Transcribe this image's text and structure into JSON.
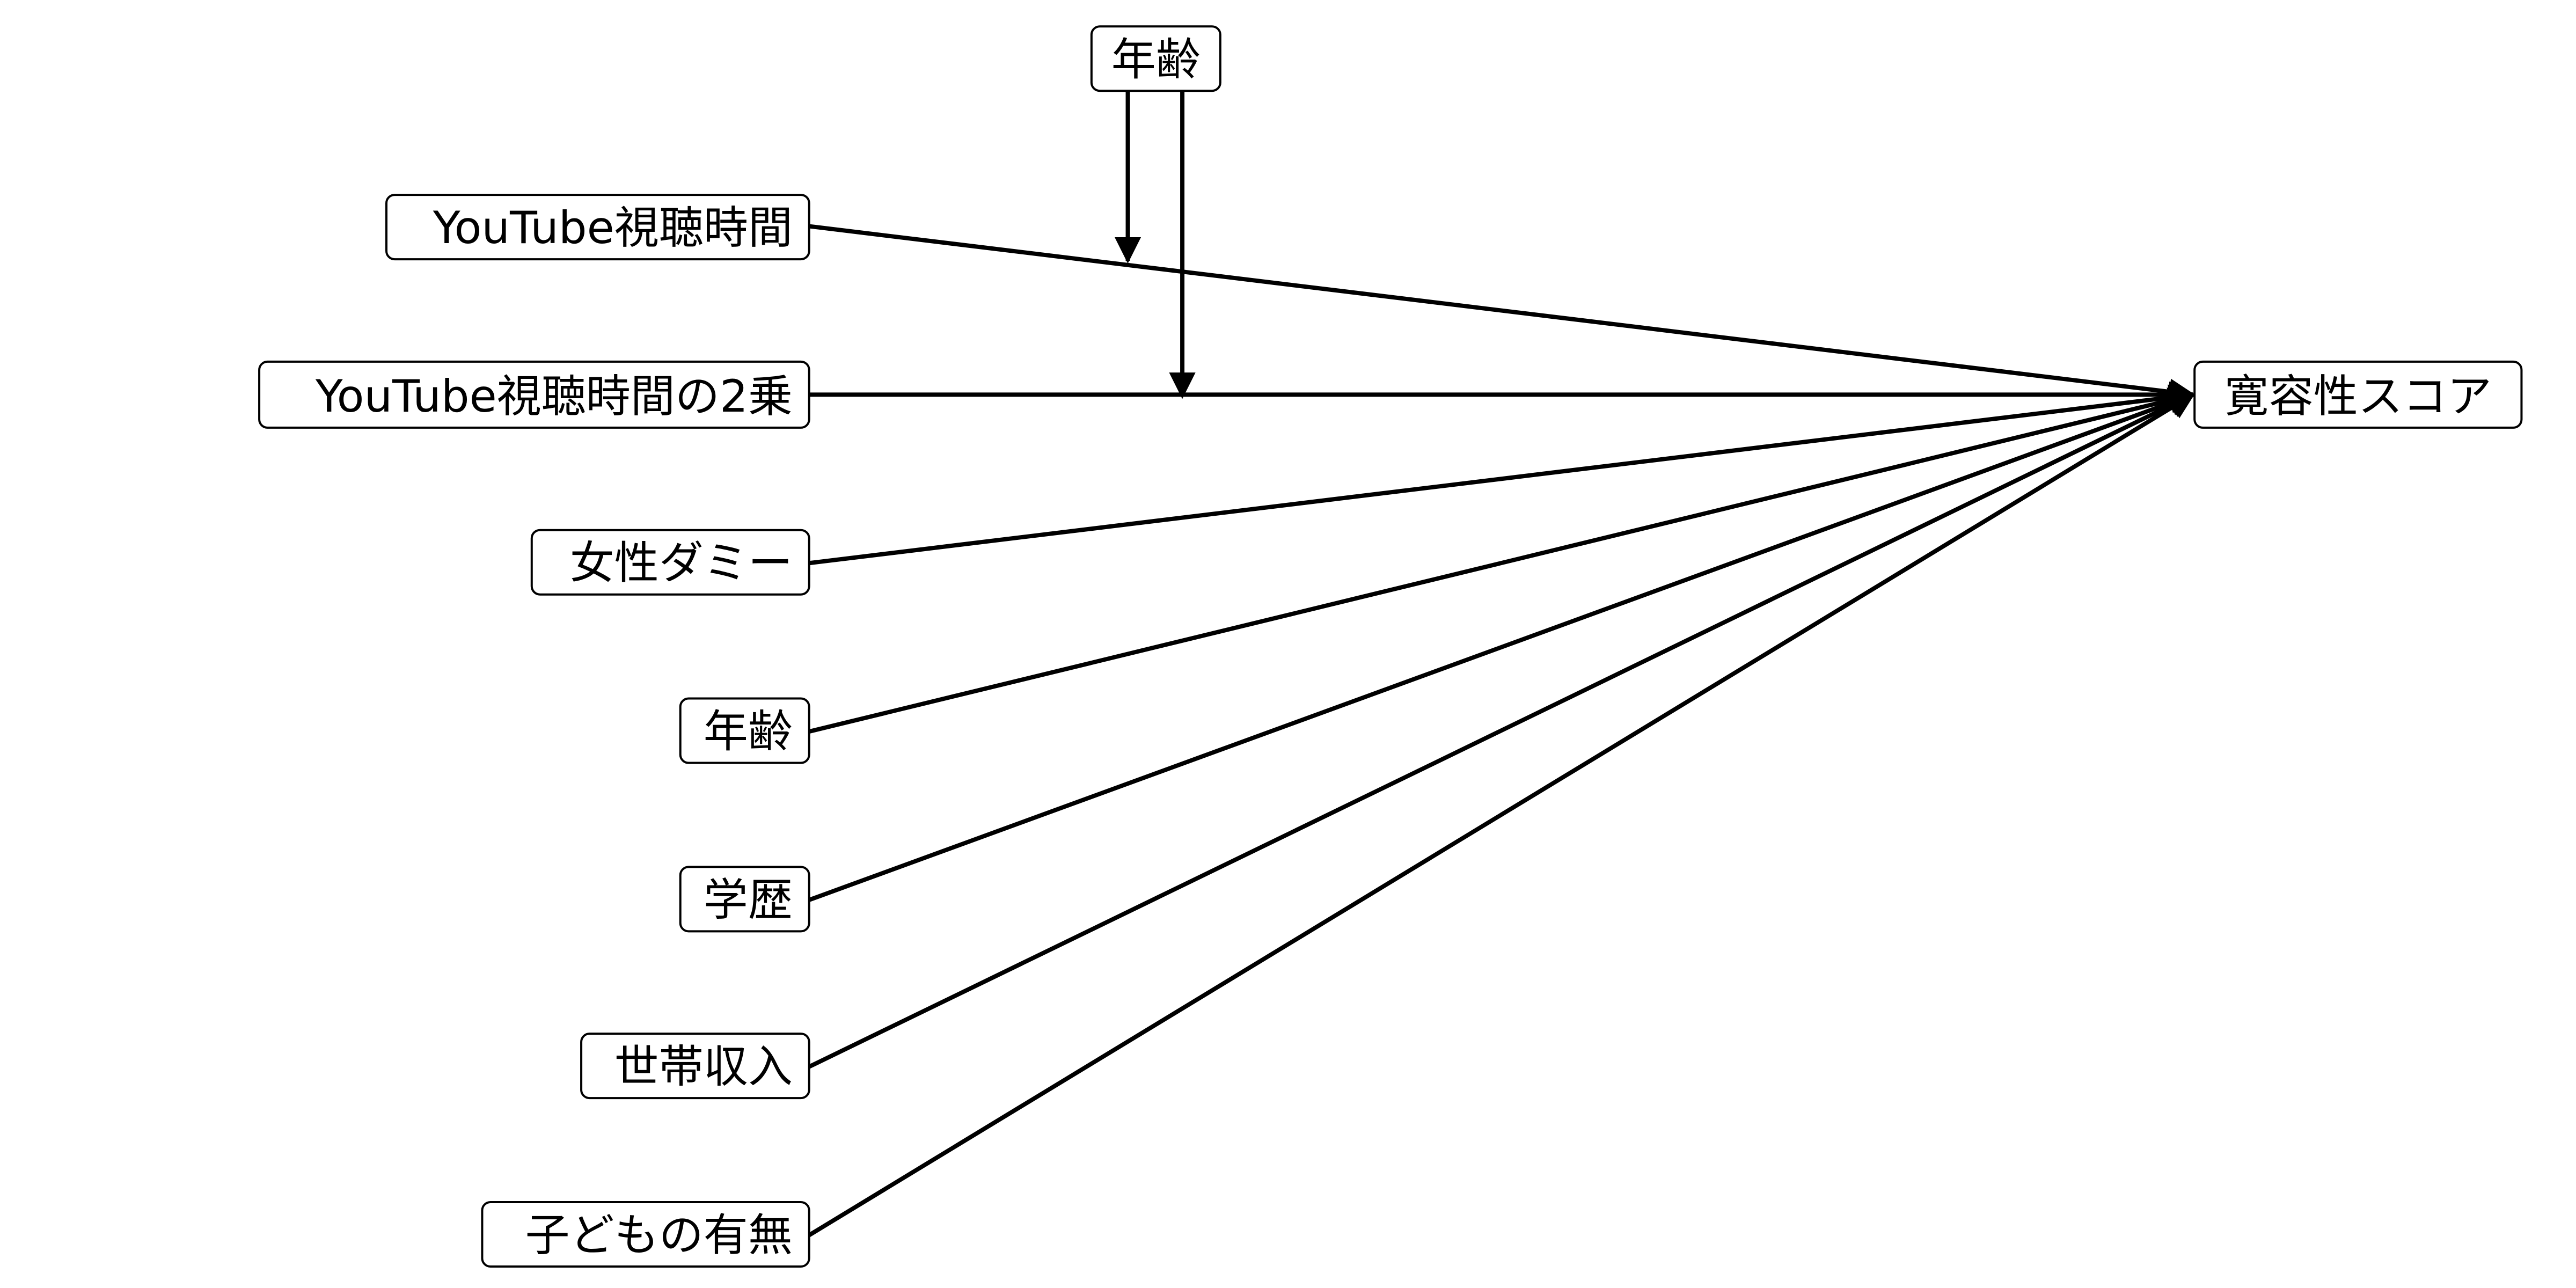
{
  "diagram": {
    "moderator": "年齢",
    "outcome": "寛容性スコア",
    "predictors": [
      "YouTube視聴時間",
      "YouTube視聴時間の2乗",
      "女性ダミー",
      "年齢",
      "学歴",
      "世帯収入",
      "子どもの有無"
    ],
    "edge_color": "#000000"
  }
}
